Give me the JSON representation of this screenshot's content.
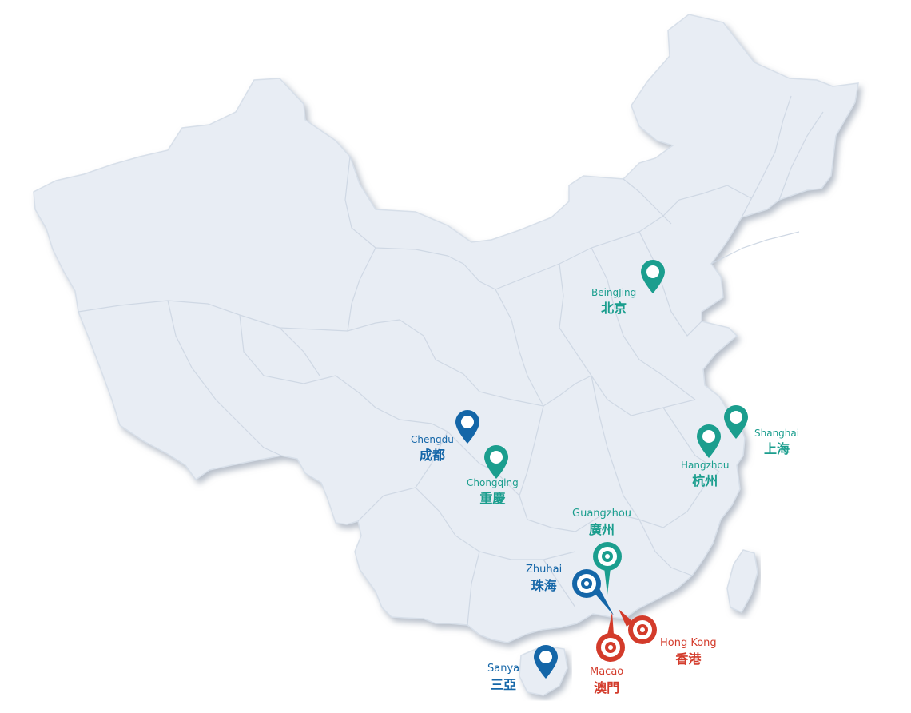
{
  "colors": {
    "land": "#e8edf4",
    "border": "#cfd8e4",
    "shadow": "#b9c2cf",
    "teal": "#1b9e8e",
    "blue": "#1466a8",
    "red": "#d33b2b"
  },
  "cities": {
    "beijing": {
      "en": "BeingJing",
      "zh": "北京",
      "color": "teal",
      "icon": "map-pin-icon"
    },
    "shanghai": {
      "en": "Shanghai",
      "zh": "上海",
      "color": "teal",
      "icon": "map-pin-icon"
    },
    "hangzhou": {
      "en": "Hangzhou",
      "zh": "杭州",
      "color": "teal",
      "icon": "map-pin-icon"
    },
    "chengdu": {
      "en": "Chengdu",
      "zh": "成都",
      "color": "blue",
      "icon": "map-pin-icon"
    },
    "chongqing": {
      "en": "Chongqing",
      "zh": "重慶",
      "color": "teal",
      "icon": "map-pin-icon"
    },
    "guangzhou": {
      "en": "Guangzhou",
      "zh": "廣州",
      "color": "teal",
      "icon": "target-pin-icon"
    },
    "zhuhai": {
      "en": "Zhuhai",
      "zh": "珠海",
      "color": "blue",
      "icon": "target-pin-icon"
    },
    "macao": {
      "en": "Macao",
      "zh": "澳門",
      "color": "red",
      "icon": "target-pin-icon"
    },
    "hongkong": {
      "en": "Hong Kong",
      "zh": "香港",
      "color": "red",
      "icon": "target-pin-icon"
    },
    "sanya": {
      "en": "Sanya",
      "zh": "三亞",
      "color": "blue",
      "icon": "map-pin-icon"
    }
  }
}
